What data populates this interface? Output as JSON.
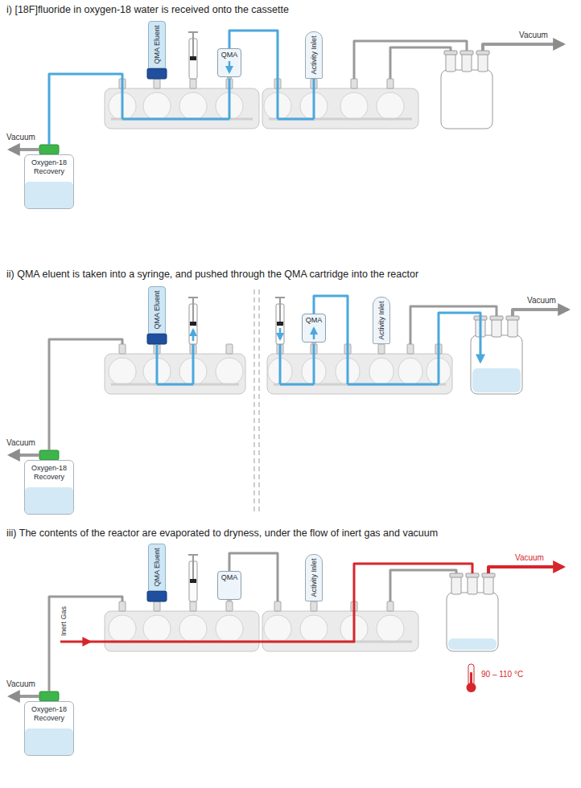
{
  "diagram": {
    "nodes": [
      {
        "text": [
          "QMA Eluent"
        ]
      },
      {
        "text": [
          "QMA"
        ]
      },
      {
        "text": [
          "Activity Inlet"
        ]
      },
      {
        "text": [
          "Oxygen-18 Recovery"
        ]
      },
      {
        "text": [
          "QMA Eluent"
        ]
      },
      {
        "text": [
          "QMA"
        ]
      },
      {
        "text": [
          "Activity Inlet"
        ]
      },
      {
        "text": [
          "Oxygen-18 Recovery"
        ]
      },
      {
        "text": [
          "QMA Eluent"
        ]
      },
      {
        "text": [
          "QMA"
        ]
      },
      {
        "text": [
          "Activity Inlet"
        ]
      },
      {
        "text": [
          "Oxygen-18 Recovery"
        ]
      }
    ],
    "labels": [
      "i) [18F]fluoride in oxygen-18 water is received onto the cassette",
      "Vacuum",
      "Vacuum",
      "ii) QMA eluent is taken into a syringe, and pushed through the QMA cartridge into the reactor",
      "Vacuum",
      "Vacuum",
      "iii) The contents of the reactor are evaporated to dryness, under the flow of inert gas and vacuum",
      "Inert Gas",
      "Vacuum",
      "Vacuum",
      "90 – 110 °C"
    ]
  }
}
